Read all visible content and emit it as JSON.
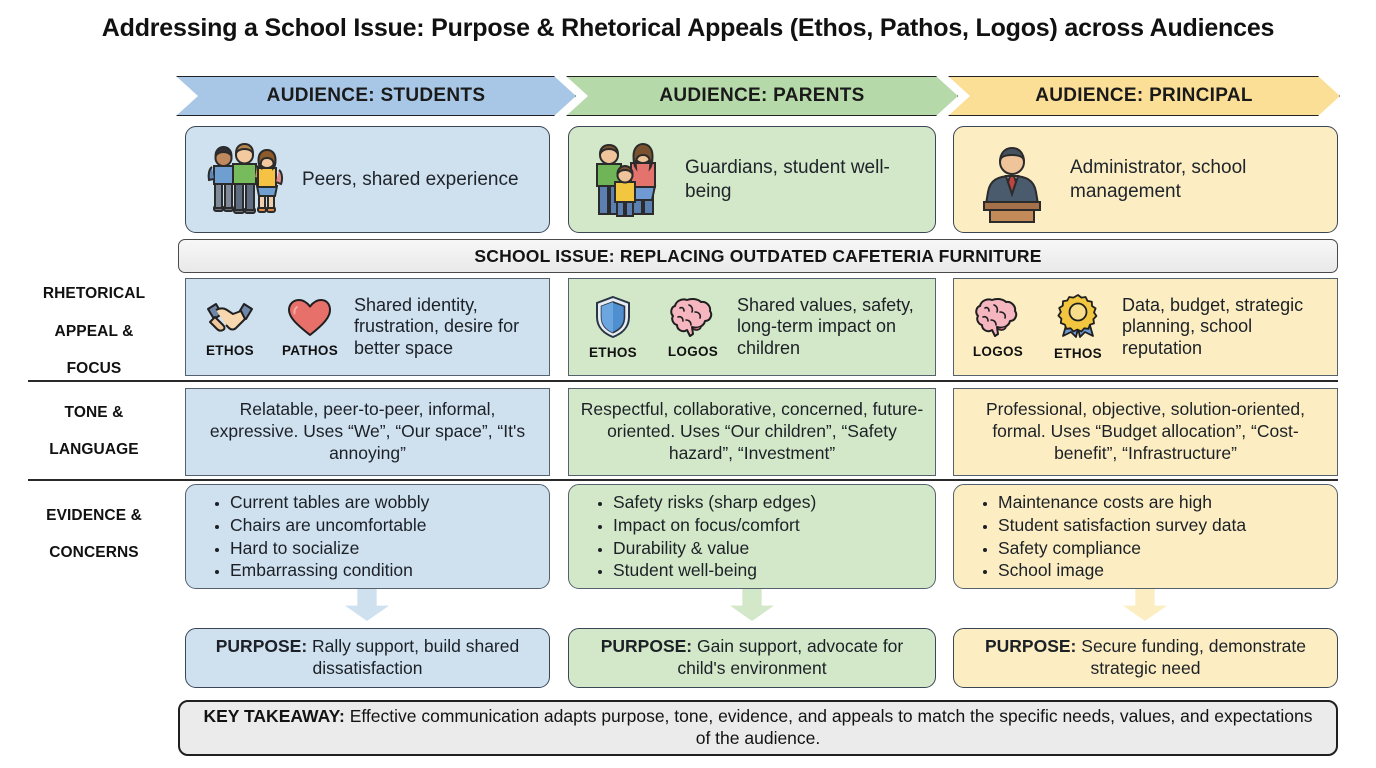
{
  "title": "Addressing a School Issue: Purpose & Rhetorical Appeals (Ethos, Pathos, Logos) across Audiences",
  "issue_banner": "SCHOOL ISSUE: REPLACING OUTDATED CAFETERIA FURNITURE",
  "row_labels": {
    "appeal": "RHETORICAL APPEAL & FOCUS",
    "appeal_l1": "RHETORICAL",
    "appeal_l2": "APPEAL &",
    "appeal_l3": "FOCUS",
    "tone_l1": "TONE &",
    "tone_l2": "LANGUAGE",
    "evidence_l1": "EVIDENCE &",
    "evidence_l2": "CONCERNS"
  },
  "colors": {
    "students_header": "#a8c6e5",
    "parents_header": "#b5d9a8",
    "principal_header": "#fbdf96",
    "students_body": "#cfe0ef",
    "parents_body": "#d3e8c9",
    "principal_body": "#fceec2",
    "banner": "#f2f2f2",
    "takeaway": "#ebebeb",
    "border": "#3a4654"
  },
  "columns": [
    {
      "header": "AUDIENCE: STUDENTS",
      "persona_icon": "students-group-icon",
      "persona_text": "Peers, shared experience",
      "appeals": [
        {
          "icon": "handshake-icon",
          "label": "ETHOS"
        },
        {
          "icon": "heart-icon",
          "label": "PATHOS"
        }
      ],
      "appeal_focus": "Shared identity, frustration, desire for better space",
      "tone": "Relatable, peer-to-peer, informal, expressive. Uses “We”, “Our space”, “It's annoying”",
      "evidence": [
        "Current tables are wobbly",
        "Chairs are uncomfortable",
        "Hard to socialize",
        "Embarrassing condition"
      ],
      "purpose_label": "PURPOSE:",
      "purpose_text": "Rally support, build shared dissatisfaction"
    },
    {
      "header": "AUDIENCE: PARENTS",
      "persona_icon": "family-icon",
      "persona_text": "Guardians, student well-being",
      "appeals": [
        {
          "icon": "shield-icon",
          "label": "ETHOS"
        },
        {
          "icon": "brain-icon",
          "label": "LOGOS"
        }
      ],
      "appeal_focus": "Shared values, safety, long-term impact on children",
      "tone": "Respectful, collaborative, concerned, future-oriented. Uses “Our children”, “Safety hazard”, “Investment”",
      "evidence": [
        "Safety risks (sharp edges)",
        "Impact on focus/comfort",
        "Durability & value",
        "Student well-being"
      ],
      "purpose_label": "PURPOSE:",
      "purpose_text": "Gain support, advocate for child's environment"
    },
    {
      "header": "AUDIENCE: PRINCIPAL",
      "persona_icon": "administrator-podium-icon",
      "persona_text": "Administrator, school management",
      "appeals": [
        {
          "icon": "brain-icon",
          "label": "LOGOS"
        },
        {
          "icon": "award-rosette-icon",
          "label": "ETHOS"
        }
      ],
      "appeal_focus": "Data, budget, strategic planning, school reputation",
      "tone": "Professional, objective, solution-oriented, formal. Uses “Budget allocation”, “Cost-benefit”, “Infrastructure”",
      "evidence": [
        "Maintenance costs are high",
        "Student satisfaction survey data",
        "Safety compliance",
        "School image"
      ],
      "purpose_label": "PURPOSE:",
      "purpose_text": "Secure funding, demonstrate strategic need"
    }
  ],
  "takeaway": {
    "label": "KEY TAKEAWAY:",
    "text": "Effective communication adapts purpose, tone, evidence, and appeals to match the specific needs, values, and expectations of the audience."
  }
}
